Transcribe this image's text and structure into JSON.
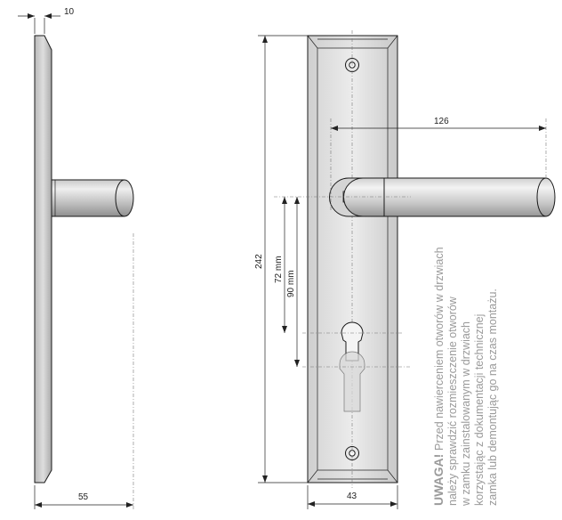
{
  "dimensions": {
    "plate_thickness": "10",
    "projection": "55",
    "plate_height": "242",
    "lever_length": "126",
    "spacing_72": "72 mm",
    "spacing_90": "90 mm",
    "plate_width": "43"
  },
  "warning": {
    "title": "UWAGA!",
    "lines": [
      "Przed nawierceniem otworów w drzwiach",
      "należy sprawdzić rozmieszczenie otworów",
      "w zamku zainstalowanym w drzwiach",
      "korzystając z dokumentacji technicznej",
      "zamka lub demontując go na czas montażu."
    ]
  },
  "colors": {
    "metal_light": "#dcdcdc",
    "metal_mid": "#b8b8b8",
    "metal_dark": "#8e8e8e",
    "note_text": "#9a9a9a"
  }
}
